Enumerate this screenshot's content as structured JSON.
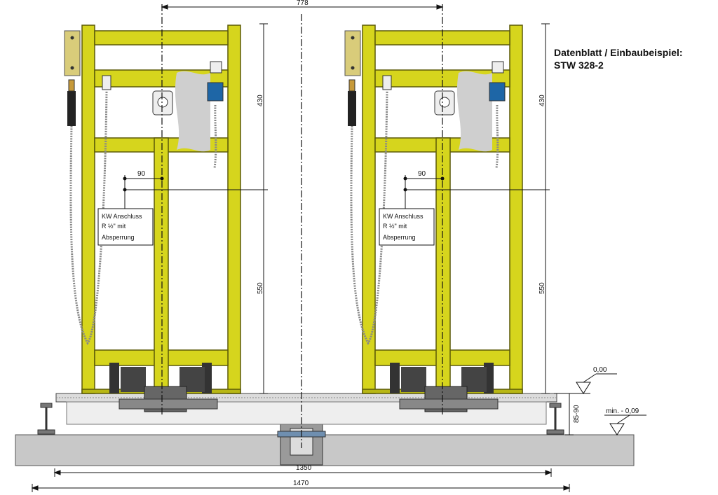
{
  "title": {
    "line1": "Datenblatt / Einbaubeispiel:",
    "line2": "STW 328-2"
  },
  "dimensions": {
    "spacing": "778",
    "upper_height_left": "430",
    "upper_height_right": "430",
    "lower_height_left": "550",
    "lower_height_right": "550",
    "offset_left": "90",
    "offset_right": "90",
    "level_range": "85-90",
    "inner_width": "1350",
    "overall_width": "1470"
  },
  "levels": {
    "top": "0,00",
    "bottom": "min. - 0,09"
  },
  "connection_note": {
    "line1": "KW Anschluss",
    "line2": "R ½\" mit",
    "line3": "Absperrung"
  },
  "colors": {
    "frame": "#d6d51d",
    "frame_edge": "#5b5a08",
    "slab": "#c8c8c8",
    "pipe": "#333333"
  }
}
